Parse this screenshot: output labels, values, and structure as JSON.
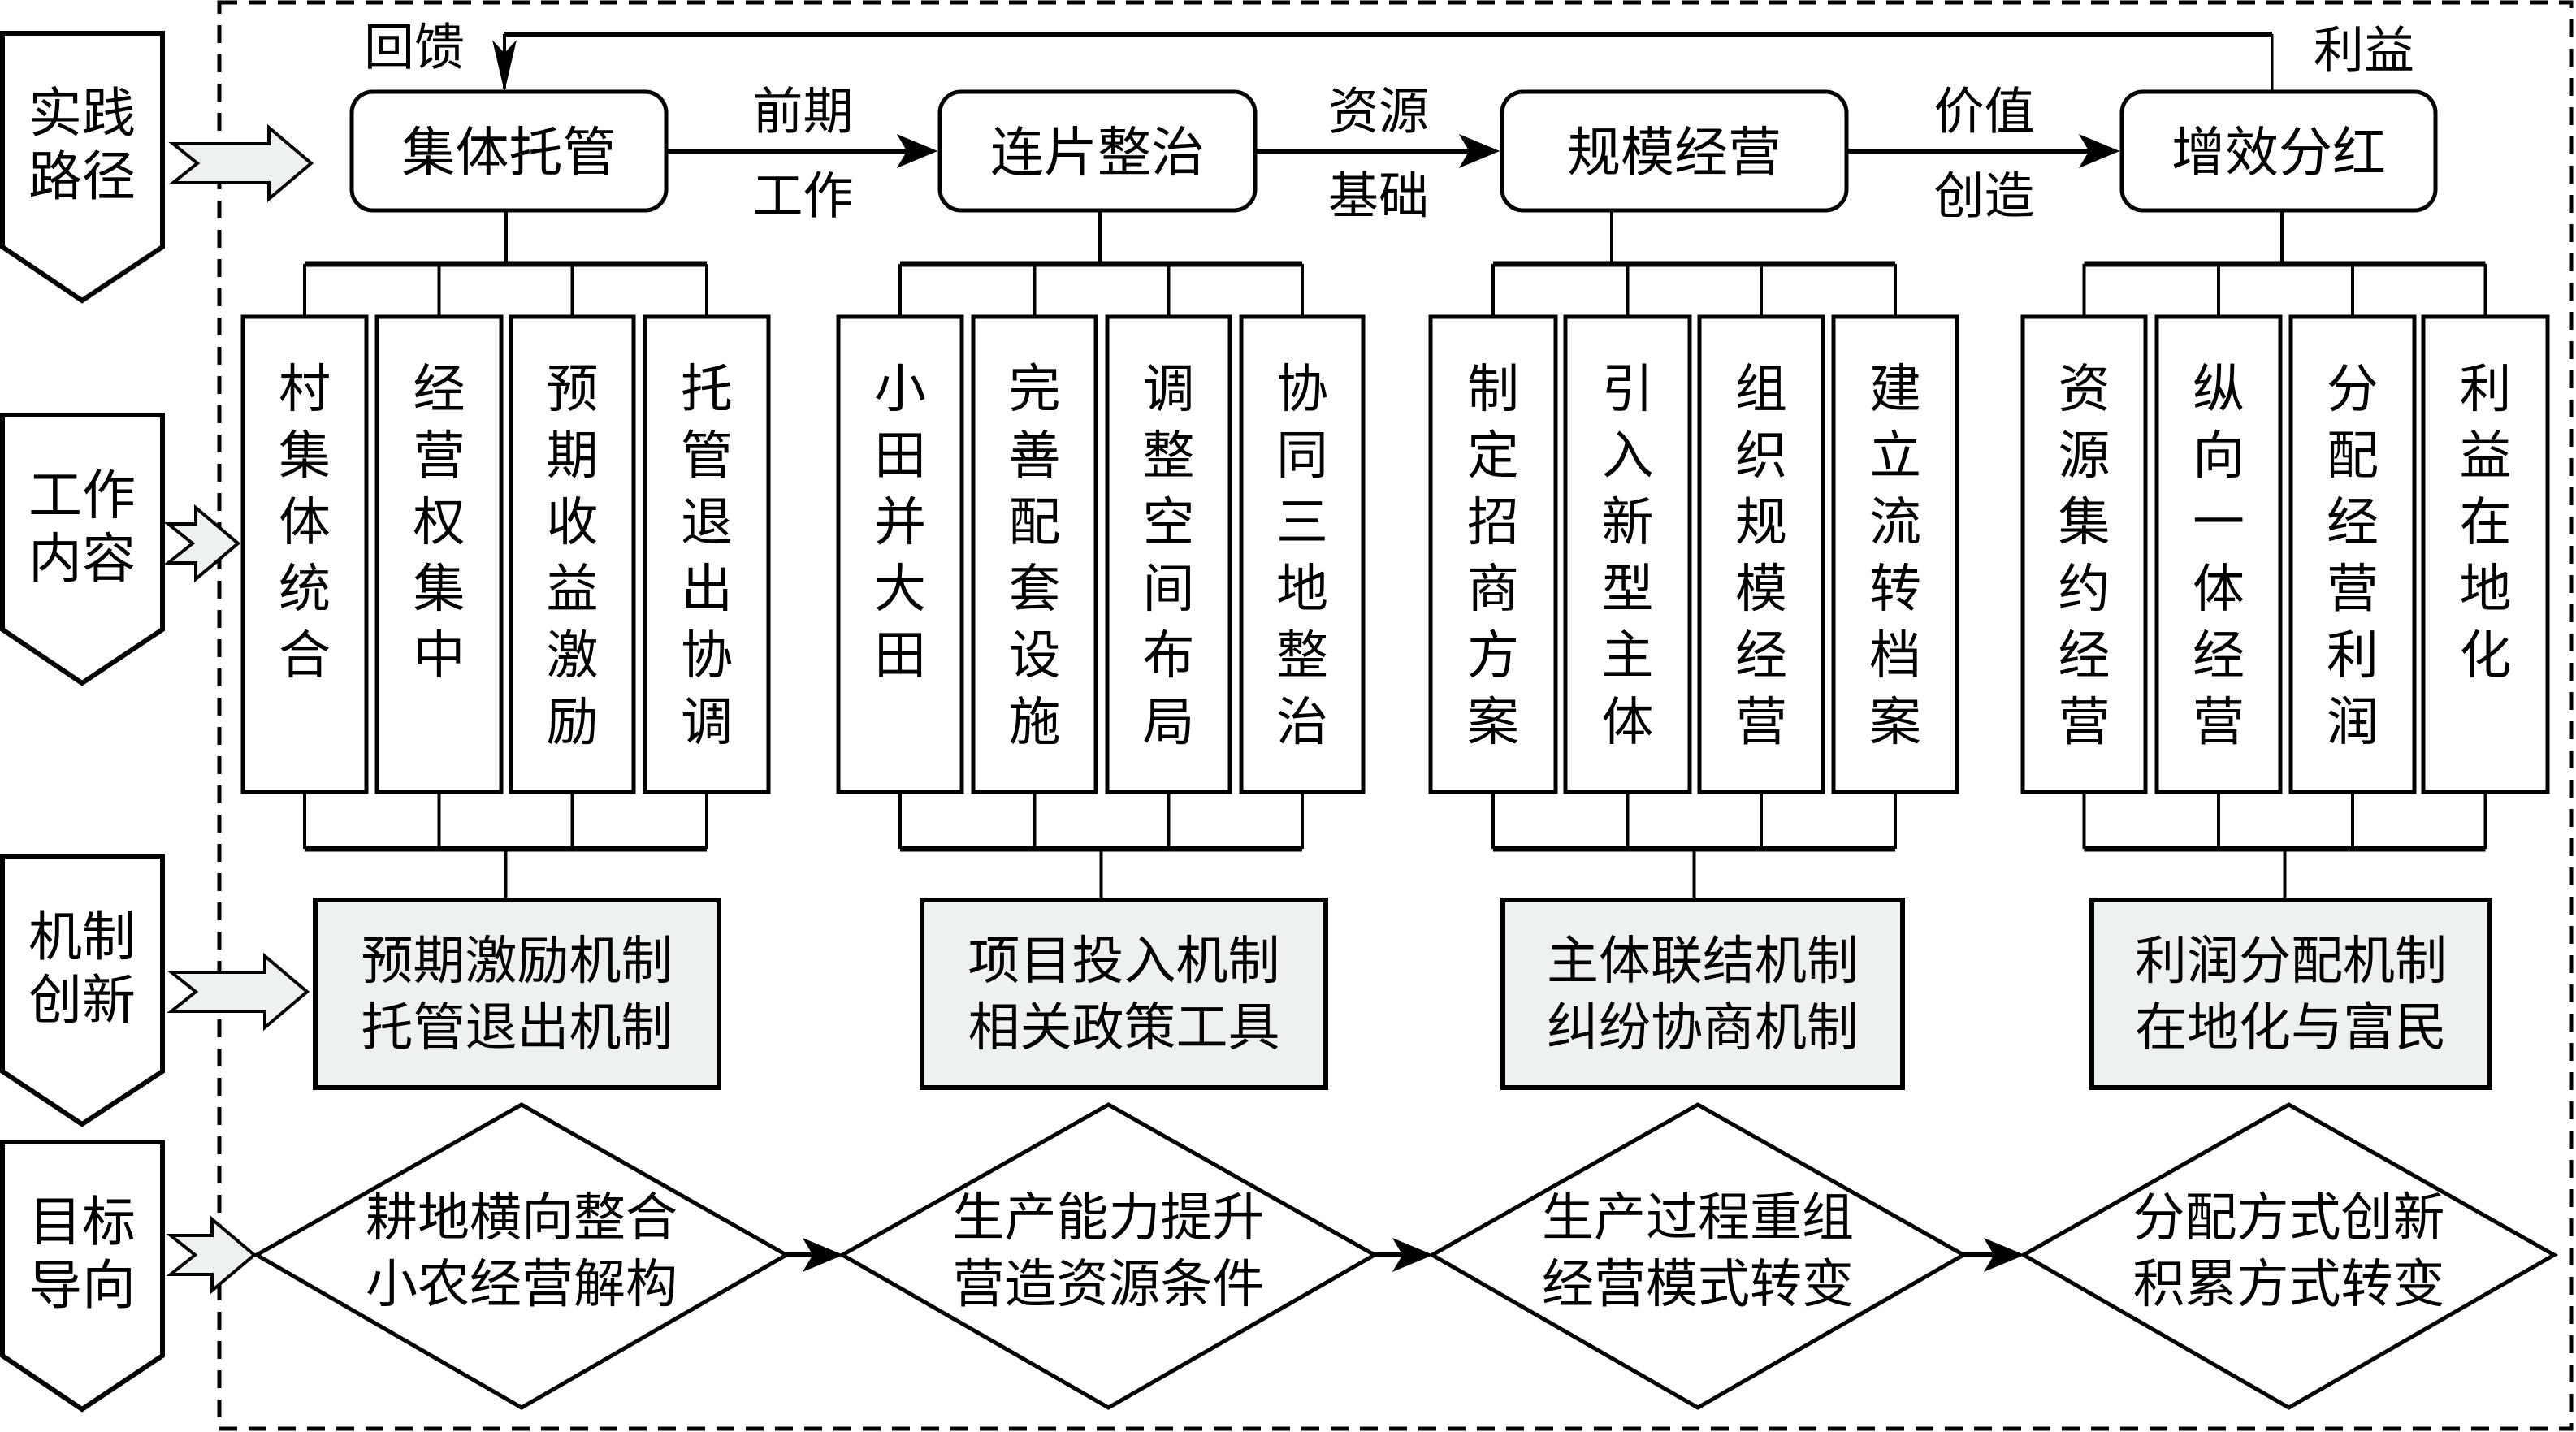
{
  "rows": [
    {
      "label_lines": [
        "实践",
        "路径"
      ]
    },
    {
      "label_lines": [
        "工作",
        "内容"
      ]
    },
    {
      "label_lines": [
        "机制",
        "创新"
      ]
    },
    {
      "label_lines": [
        "目标",
        "导向"
      ]
    }
  ],
  "feedback": {
    "left_label": "回馈",
    "right_label": "利益"
  },
  "stages": [
    {
      "title": "集体托管",
      "edge_label_lines": [
        "前期",
        "工作"
      ],
      "tasks": [
        "村集体统合",
        "经营权集中",
        "预期收益激励",
        "托管退出协调"
      ],
      "mechanism_lines": [
        "预期激励机制",
        "托管退出机制"
      ],
      "goal_lines": [
        "耕地横向整合",
        "小农经营解构"
      ]
    },
    {
      "title": "连片整治",
      "edge_label_lines": [
        "资源",
        "基础"
      ],
      "tasks": [
        "小田并大田",
        "完善配套设施",
        "调整空间布局",
        "协同三地整治"
      ],
      "mechanism_lines": [
        "项目投入机制",
        "相关政策工具"
      ],
      "goal_lines": [
        "生产能力提升",
        "营造资源条件"
      ]
    },
    {
      "title": "规模经营",
      "edge_label_lines": [
        "价值",
        "创造"
      ],
      "tasks": [
        "制定招商方案",
        "引入新型主体",
        "组织规模经营",
        "建立流转档案"
      ],
      "mechanism_lines": [
        "主体联结机制",
        "纠纷协商机制"
      ],
      "goal_lines": [
        "生产过程重组",
        "经营模式转变"
      ]
    },
    {
      "title": "增效分红",
      "edge_label_lines": [],
      "tasks": [
        "资源集约经营",
        "纵向一体经营",
        "分配经营利润",
        "利益在地化"
      ],
      "mechanism_lines": [
        "利润分配机制",
        "在地化与富民"
      ],
      "goal_lines": [
        "分配方式创新",
        "积累方式转变"
      ]
    }
  ],
  "colors": {
    "mechanism_fill": "#eef1f1",
    "arrow_fill": "#eef1f1",
    "line": "#000000"
  }
}
